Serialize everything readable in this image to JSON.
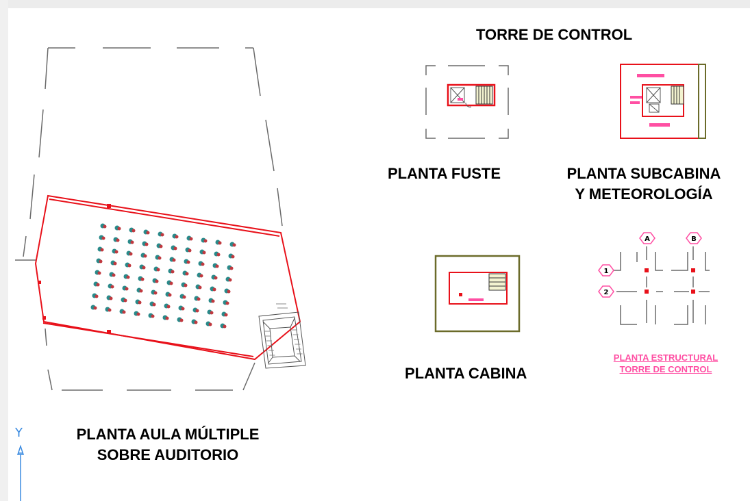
{
  "labels": {
    "torre_de_control": "TORRE DE CONTROL",
    "planta_fuste": "PLANTA FUSTE",
    "planta_subcabina_1": "PLANTA SUBCABINA",
    "planta_subcabina_2": "Y METEOROLOGÍA",
    "planta_cabina": "PLANTA CABINA",
    "planta_estructural_1": "PLANTA ESTRUCTURAL",
    "planta_estructural_2": "TORRE DE CONTROL",
    "planta_aula_1": "PLANTA AULA MÚLTIPLE",
    "planta_aula_2": "SOBRE AUDITORIO"
  },
  "axes": {
    "grid_columns": [
      "A",
      "B"
    ],
    "grid_rows": [
      "1",
      "2"
    ],
    "ucs_y": "Y"
  },
  "colors": {
    "wall_red": "#e8111a",
    "dashed_outline": "#6a6a6a",
    "pink_accent": "#ff4fa3",
    "olive_frame": "#6b6b2a",
    "seat_teal": "#2a8a8a",
    "ucs_blue": "#3b8be0"
  }
}
